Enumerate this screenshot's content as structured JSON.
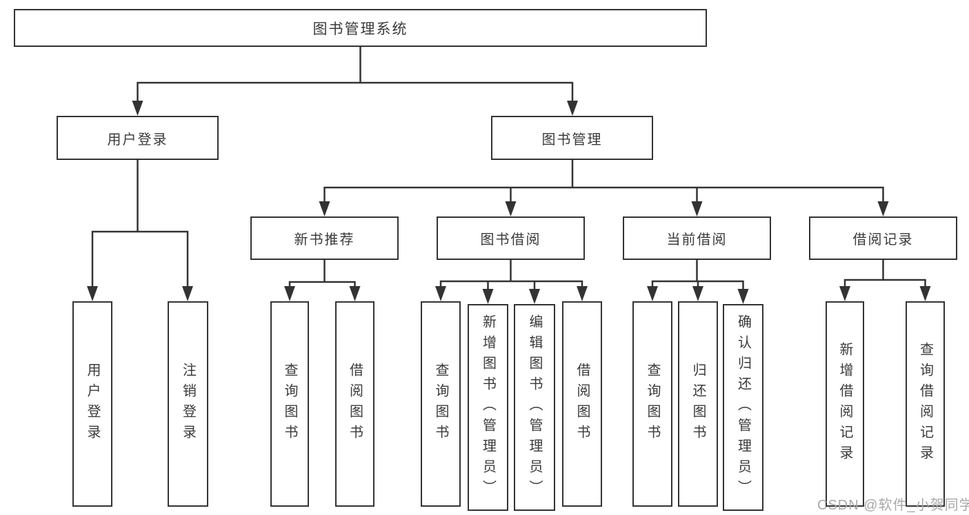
{
  "diagram": {
    "root": {
      "label": "图书管理系统"
    },
    "branches": [
      {
        "label": "用户登录",
        "children": [
          {
            "label": "用户登录"
          },
          {
            "label": "注销登录"
          }
        ]
      },
      {
        "label": "图书管理",
        "children": [
          {
            "label": "新书推荐",
            "children": [
              {
                "label": "查询图书"
              },
              {
                "label": "借阅图书"
              }
            ]
          },
          {
            "label": "图书借阅",
            "children": [
              {
                "label": "查询图书"
              },
              {
                "label": "新增图书（管理员）"
              },
              {
                "label": "编辑图书（管理员）"
              },
              {
                "label": "借阅图书"
              }
            ]
          },
          {
            "label": "当前借阅",
            "children": [
              {
                "label": "查询图书"
              },
              {
                "label": "归还图书"
              },
              {
                "label": "确认归还（管理员）"
              }
            ]
          },
          {
            "label": "借阅记录",
            "children": [
              {
                "label": "新增借阅记录"
              },
              {
                "label": "查询借阅记录"
              }
            ]
          }
        ]
      }
    ]
  },
  "watermark": {
    "text": "CSDN @软件_小贺同学"
  },
  "colors": {
    "line": "#333333",
    "text": "#3a3a3a",
    "box_background": "#ffffff",
    "background": "#ffffff",
    "watermark": "#a8a8a8"
  }
}
